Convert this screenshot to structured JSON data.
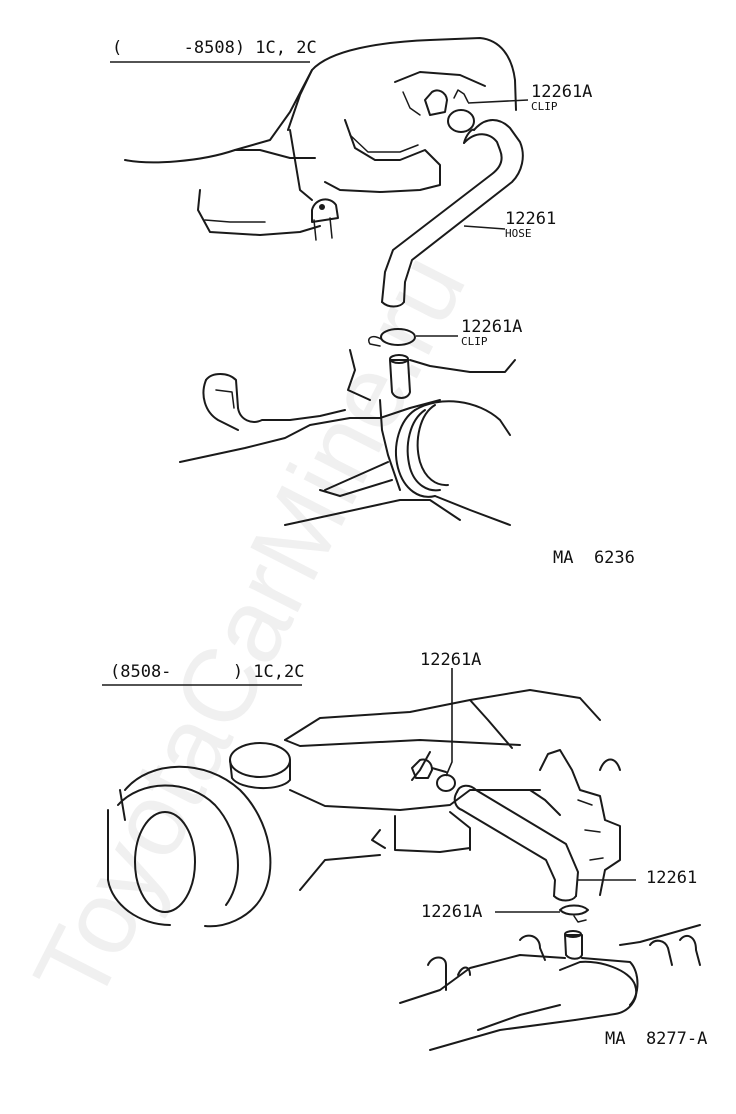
{
  "watermark": "ToyotaCarMine.ru",
  "top_diagram": {
    "heading": "(      -8508) 1C, 2C",
    "callouts": [
      {
        "part": "12261A",
        "desc": "CLIP"
      },
      {
        "part": "12261",
        "desc": "HOSE"
      },
      {
        "part": "12261A",
        "desc": "CLIP"
      }
    ],
    "figure_code": "MA  6236"
  },
  "bottom_diagram": {
    "heading": "(8508-      ) 1C,2C",
    "callouts": [
      {
        "part": "12261A"
      },
      {
        "part": "12261"
      },
      {
        "part": "12261A"
      }
    ],
    "figure_code": "MA  8277-A"
  }
}
